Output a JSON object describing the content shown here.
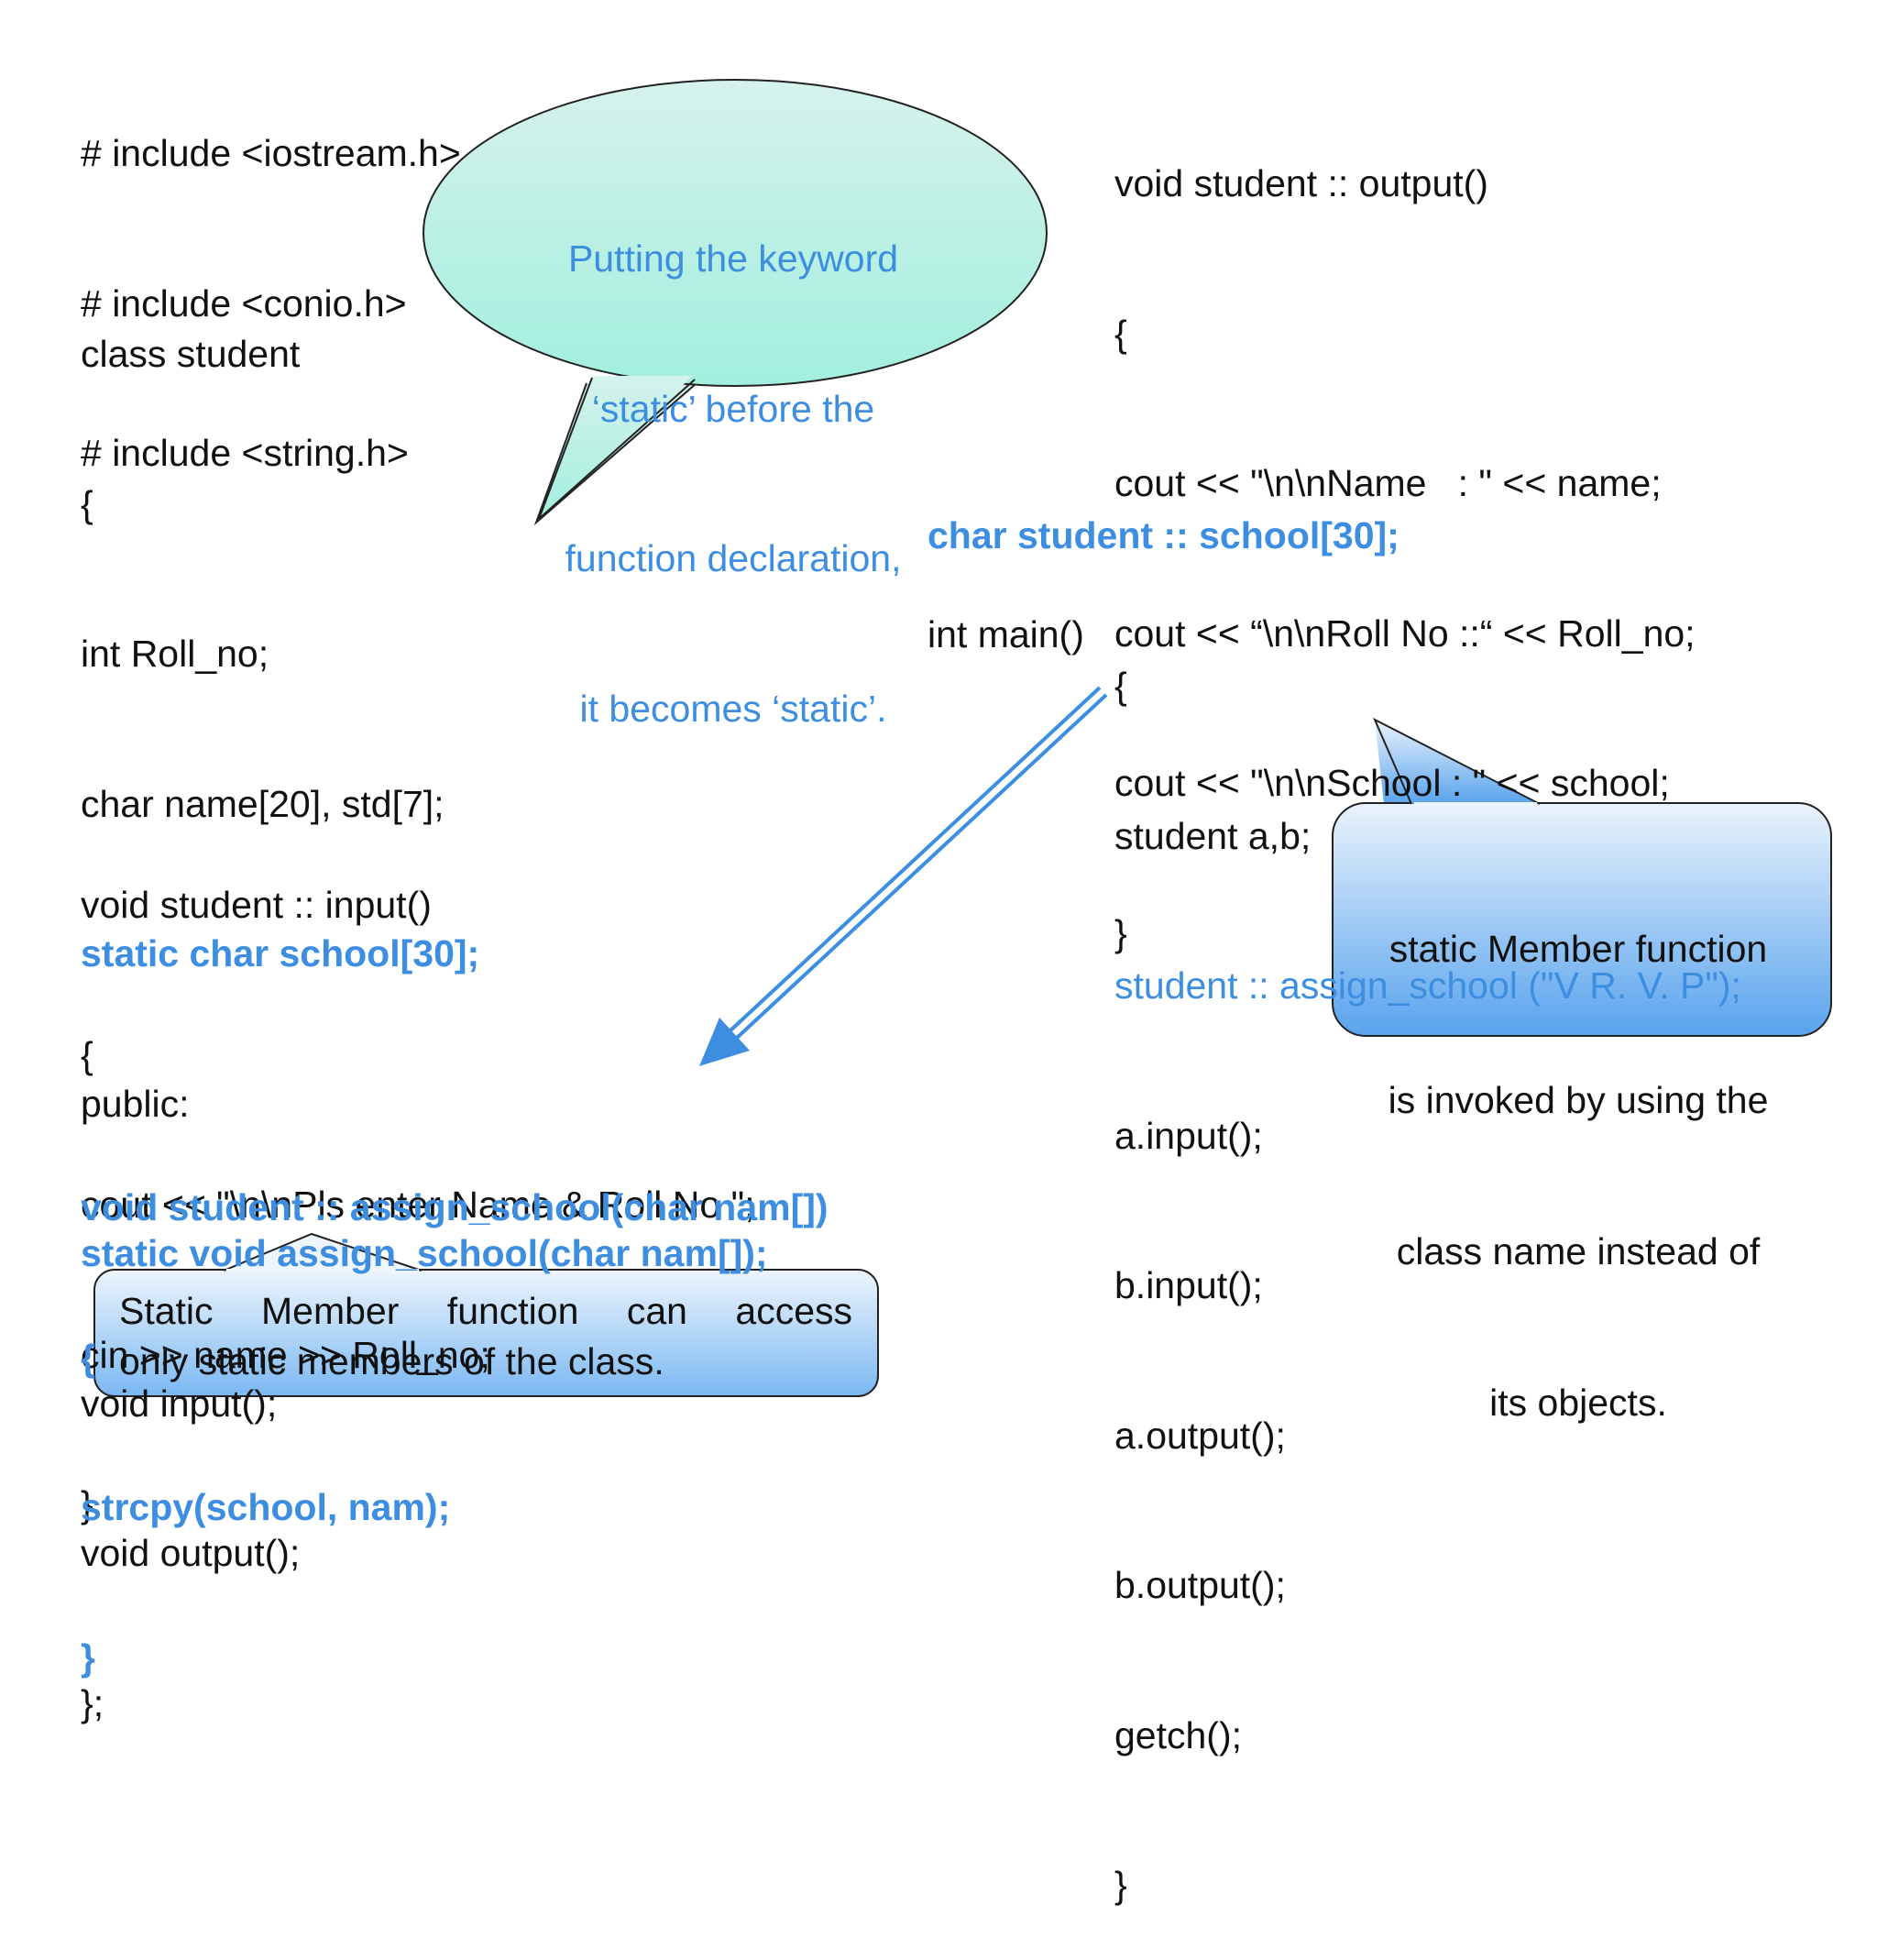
{
  "header_code": {
    "includes": [
      "# include <iostream.h>",
      "# include <conio.h>",
      "# include <string.h>"
    ]
  },
  "class_def": {
    "lines": [
      {
        "text": "class student",
        "hl": false
      },
      {
        "text": "{",
        "hl": false
      },
      {
        "text": "int Roll_no;",
        "hl": false
      },
      {
        "text": "char name[20], std[7];",
        "hl": false
      },
      {
        "text": "static char school[30];",
        "hl": true
      },
      {
        "text": "public:",
        "hl": false
      },
      {
        "text": "static void assign_school(char nam[]);",
        "hl": true
      },
      {
        "text": "void input();",
        "hl": false
      },
      {
        "text": "void output();",
        "hl": false
      },
      {
        "text": "};",
        "hl": false
      }
    ]
  },
  "input_fn": {
    "lines": [
      "void student :: input()",
      "{",
      "cout << \"\\n\\nPls enter Name & Roll No \";",
      "cin >> name >> Roll_no;",
      "}"
    ]
  },
  "assign_fn": {
    "lines": [
      "void student :: assign_school(char nam[])",
      "{",
      "strcpy(school, nam);",
      "}"
    ]
  },
  "output_fn": {
    "lines": [
      "void student :: output()",
      "{",
      "cout << \"\\n\\nName   : \" << name;",
      "cout << “\\n\\nRoll No ::“ << Roll_no;",
      "cout << \"\\n\\nSchool : \" << school;",
      "}"
    ]
  },
  "static_def": {
    "text": "char student :: school[30];"
  },
  "main_fn": {
    "signature": "int main()",
    "lines": [
      {
        "text": "{",
        "hl": false
      },
      {
        "text": "student a,b;",
        "hl": false
      },
      {
        "text": "student :: assign_school (\"V R. V. P\");",
        "hl": true
      },
      {
        "text": "a.input();",
        "hl": false
      },
      {
        "text": "b.input();",
        "hl": false
      },
      {
        "text": "a.output();",
        "hl": false
      },
      {
        "text": "b.output();",
        "hl": false
      },
      {
        "text": "getch();",
        "hl": false
      },
      {
        "text": "}",
        "hl": false
      }
    ]
  },
  "callouts": {
    "keyword_note": [
      "Putting the keyword",
      "‘static’ before the",
      "function declaration,",
      "it becomes ‘static’."
    ],
    "invoke_note": [
      "static Member function",
      "is invoked by using the",
      "class name instead of",
      "its objects."
    ],
    "access_note": [
      "Static Member function can access",
      "only static members of the class."
    ]
  },
  "colors": {
    "highlight": "#3d8ee0",
    "text": "#111111",
    "bubble_fill_top": "#d3f2ea",
    "bubble_fill_bottom": "#a6efdf",
    "box_fill_top": "#e6f1fb",
    "box_fill_bottom": "#5aa5ee",
    "arrow": "#3d8ee0"
  }
}
